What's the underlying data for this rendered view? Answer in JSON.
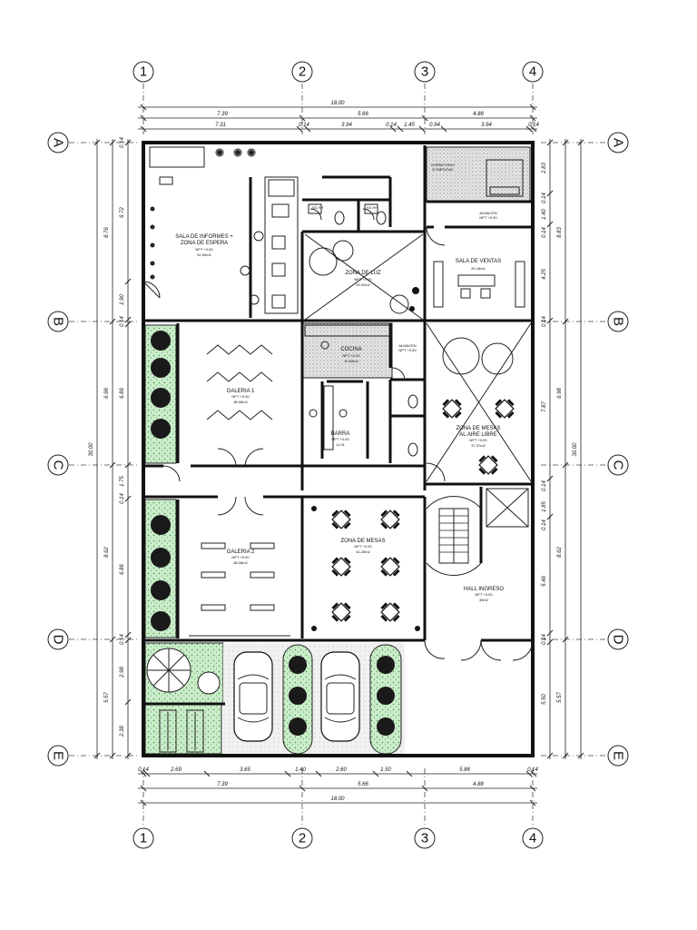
{
  "axes": {
    "columns": [
      "1",
      "2",
      "3",
      "4"
    ],
    "rows": [
      "A",
      "B",
      "C",
      "D",
      "E"
    ]
  },
  "dimensions": {
    "top_total": "18.00",
    "top_bays": [
      "7.39",
      "5.66",
      "4.88"
    ],
    "top_detail": [
      "7.31",
      "0.14",
      "3.94",
      "0.14",
      "1.45",
      "0.94",
      "3.94",
      "0.14"
    ],
    "bottom_detail": [
      "0.14",
      "2.69",
      "3.65",
      "1.40",
      "2.60",
      "1.50",
      "5.88",
      "0.14"
    ],
    "bottom_bays": [
      "7.39",
      "5.66",
      "4.88"
    ],
    "bottom_total": "18.00",
    "left_total": "30.00",
    "left_bays": [
      "8.76",
      "6.98",
      "8.62",
      "5.57"
    ],
    "left_detail": [
      "0.14",
      "6.72",
      "1.90",
      "0.14",
      "6.86",
      "1.75",
      "0.14",
      "6.86",
      "0.14",
      "2.98",
      "2.38"
    ],
    "right_total": "30.00",
    "right_bays": [
      "8.83",
      "6.98",
      "8.62",
      "5.57"
    ],
    "right_detail": [
      "2.83",
      "0.14",
      "1.40",
      "0.14",
      "4.25",
      "0.14",
      "7.87",
      "0.14",
      "1.85",
      "0.14",
      "5.46",
      "0.14",
      "5.50"
    ]
  },
  "rooms": {
    "sala_informes": {
      "name": "SALA DE INFORMES +",
      "name2": "ZONA DE ESPERA",
      "level": "NPT +0.00",
      "area": "51.80m2"
    },
    "dormitorio": {
      "name": "DORMITORIO",
      "name2": "E.EMPLEAD"
    },
    "almacen_top": {
      "name": "ALMACEN",
      "level": "NPT +0.00"
    },
    "ssh_1": {
      "name": "SS.HH"
    },
    "ssh_2": {
      "name": "SS.HH"
    },
    "zona_luz": {
      "name": "ZONA DE LUZ",
      "level": "NPT +0.00",
      "area": "29.32m2"
    },
    "sala_ventas": {
      "name": "SALA DE VENTAS",
      "area": "25.18m2"
    },
    "galeria_1": {
      "name": "GALERIA 1",
      "level": "NPT +0.00",
      "area": "38.08m2"
    },
    "cocina": {
      "name": "COCINA",
      "level": "NPT +0.00",
      "area": "10.60m2"
    },
    "almacen_mid": {
      "name": "ALMACEN",
      "level": "NPT +0.00"
    },
    "barra": {
      "name": "BARRA",
      "level": "NPT +0.00",
      "area": "11.91"
    },
    "zona_aire_libre": {
      "name": "ZONA DE MESAS",
      "name2": "AL AIRE LIBRE",
      "level": "NPT +0.00",
      "area": "37.37m2"
    },
    "galeria_2": {
      "name": "GALERIA 2",
      "level": "NPT +0.00",
      "area": "38.08m2"
    },
    "zona_mesas": {
      "name": "ZONA DE MESAS",
      "level": "NPT +0.00",
      "area": "41.25m2"
    },
    "hall": {
      "name": "HALL INGRESO",
      "level": "NPT +0.00",
      "area": "35m2"
    }
  }
}
